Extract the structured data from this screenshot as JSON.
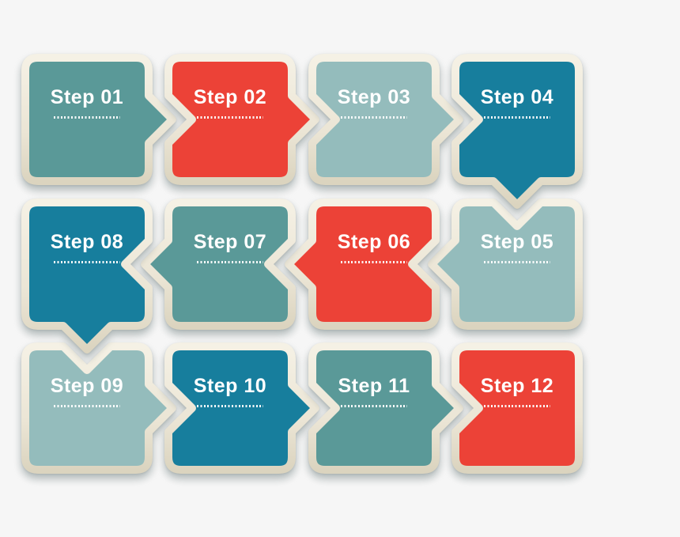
{
  "diagram": {
    "title": "12-step process flow infographic",
    "background_color": "#f6f6f6",
    "border_color": "#eae4d4",
    "text_color": "#ffffff",
    "colors": {
      "teal": "#5a9998",
      "red": "#ec4237",
      "light_blue": "#94bcbc",
      "dark_blue": "#177e9d"
    },
    "steps": [
      {
        "label": "Step 01",
        "color": "#5a9998",
        "color_name": "teal",
        "arrow_to": "right",
        "notch": null
      },
      {
        "label": "Step 02",
        "color": "#ec4237",
        "color_name": "red",
        "arrow_to": "right",
        "notch": "left"
      },
      {
        "label": "Step 03",
        "color": "#94bcbc",
        "color_name": "light_blue",
        "arrow_to": "right",
        "notch": "left"
      },
      {
        "label": "Step 04",
        "color": "#177e9d",
        "color_name": "dark_blue",
        "arrow_to": "down",
        "notch": "left"
      },
      {
        "label": "Step 05",
        "color": "#94bcbc",
        "color_name": "light_blue",
        "arrow_to": "left",
        "notch": "top"
      },
      {
        "label": "Step 06",
        "color": "#ec4237",
        "color_name": "red",
        "arrow_to": "left",
        "notch": "right"
      },
      {
        "label": "Step 07",
        "color": "#5a9998",
        "color_name": "teal",
        "arrow_to": "left",
        "notch": "right"
      },
      {
        "label": "Step 08",
        "color": "#177e9d",
        "color_name": "dark_blue",
        "arrow_to": "down",
        "notch": "right"
      },
      {
        "label": "Step 09",
        "color": "#94bcbc",
        "color_name": "light_blue",
        "arrow_to": "right",
        "notch": "top"
      },
      {
        "label": "Step 10",
        "color": "#177e9d",
        "color_name": "dark_blue",
        "arrow_to": "right",
        "notch": "left"
      },
      {
        "label": "Step 11",
        "color": "#5a9998",
        "color_name": "teal",
        "arrow_to": "right",
        "notch": "left"
      },
      {
        "label": "Step 12",
        "color": "#ec4237",
        "color_name": "red",
        "arrow_to": null,
        "notch": "left"
      }
    ]
  }
}
